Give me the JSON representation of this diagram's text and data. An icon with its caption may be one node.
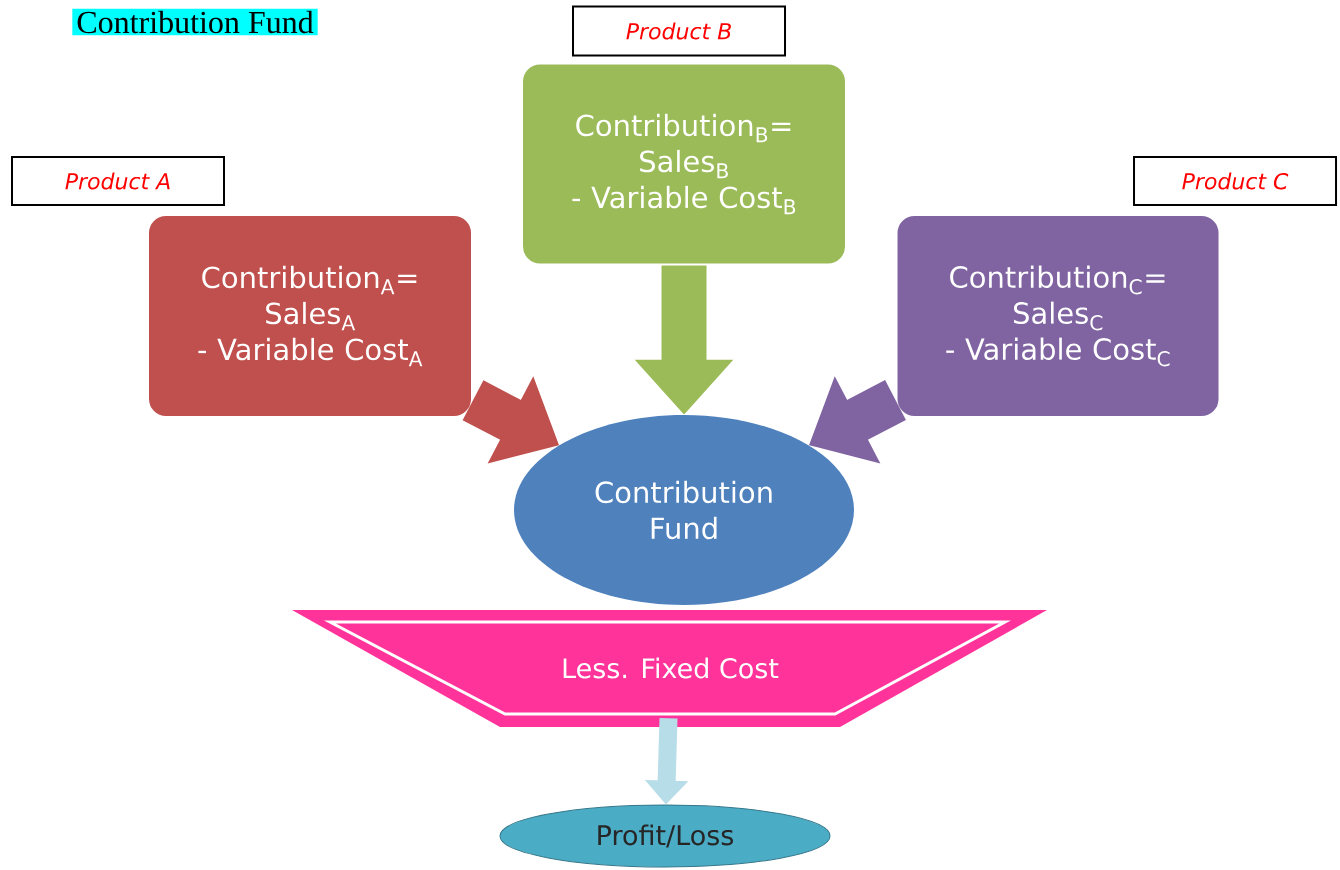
{
  "diagram": {
    "title": "Contribution Fund",
    "nodes": [
      {
        "text": [
          "Product  A"
        ]
      },
      {
        "text": [
          "Contribution$_{A}$= Sales$_{A}$  - Variable Cost$_{A}$"
        ]
      },
      {
        "text": [
          "Product  B"
        ]
      },
      {
        "text": [
          "Contribution$_{B}$= Sales$_{B}$  - Variable Cost$_{B}$"
        ]
      },
      {
        "text": [
          "Product  C"
        ]
      },
      {
        "text": [
          "Contribution$_{C}$= Sales$_{C}$  - Variable Cost$_{C}$"
        ]
      },
      {
        "text": [
          "Contribution Fund"
        ]
      },
      {
        "text": [
          "Less. Fixed Cost"
        ]
      },
      {
        "text": [
          "Profit/Loss"
        ]
      }
    ],
    "edges": [
      {
        "from": 1,
        "to": 6,
        "arrow": "to",
        "color": "#c0504d"
      },
      {
        "from": 3,
        "to": 6,
        "arrow": "to",
        "color": "#9bbb59"
      },
      {
        "from": 5,
        "to": 6,
        "arrow": "to",
        "color": "#8064a2"
      },
      {
        "from": 7,
        "to": 8,
        "arrow": "to",
        "color": "#b7dde8"
      }
    ]
  }
}
